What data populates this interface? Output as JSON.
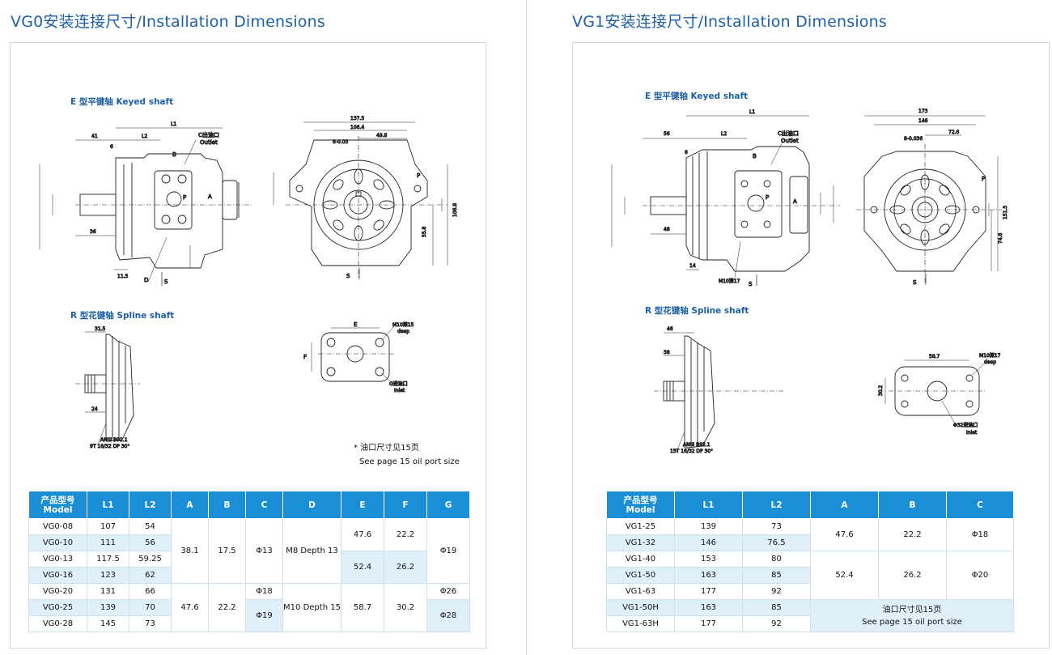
{
  "left": {
    "title": "VG0安装连接尺寸/Installation Dimensions",
    "keyed_label": "E 型平键轴  Keyed shaft",
    "spline_label": "R 型花键轴  Spline shaft",
    "note_cn": "* 油口尺寸见15页",
    "note_en": "See page 15 oil port size",
    "drawing_text": {
      "l1": "L1",
      "l2": "L2",
      "d41": "41",
      "d6": "6",
      "d36": "36",
      "d11_5": "11.5",
      "outlet_cn": "C出油口",
      "outlet_en": "Outlet",
      "w137_5": "137.5",
      "w106_4": "106.4",
      "w49_8": "49.8",
      "key6": "6-0.03",
      "h55_8": "55.8",
      "h106_8": "106.8",
      "s": "S",
      "p": "P",
      "a": "A",
      "b": "B",
      "c": "C",
      "d": "D",
      "spline_31_5": "31.5",
      "spline_24": "24",
      "ansi": "ANSI B92.1",
      "spline_teeth": "9T 16/32 DP 30°",
      "e": "E",
      "f": "F",
      "m10": "M10深15",
      "deep": "deep",
      "inlet_cn": "G进油口",
      "inlet_en": "Inlet"
    },
    "table": {
      "headers": [
        {
          "cn": "产品型号",
          "en": "Model"
        },
        {
          "label": "L1"
        },
        {
          "label": "L2"
        },
        {
          "label": "A"
        },
        {
          "label": "B"
        },
        {
          "label": "C"
        },
        {
          "label": "D"
        },
        {
          "label": "E"
        },
        {
          "label": "F"
        },
        {
          "label": "G"
        }
      ],
      "models": [
        "VG0-08",
        "VG0-10",
        "VG0-13",
        "VG0-16",
        "VG0-20",
        "VG0-25",
        "VG0-28"
      ],
      "l1": [
        "107",
        "111",
        "117.5",
        "123",
        "131",
        "139",
        "145"
      ],
      "l2": [
        "54",
        "56",
        "59.25",
        "62",
        "66",
        "70",
        "73"
      ],
      "group1": {
        "a": "38.1",
        "b": "17.5",
        "c": "Φ13",
        "d": "M8 Depth 13",
        "e1": "47.6",
        "f1": "22.2",
        "e2": "52.4",
        "f2": "26.2",
        "g": "Φ19"
      },
      "group2": {
        "a": "47.6",
        "b": "22.2",
        "c1": "Φ18",
        "c2": "Φ19",
        "d": "M10 Depth 15",
        "e": "58.7",
        "f": "30.2",
        "g1": "Φ26",
        "g2": "Φ28"
      }
    }
  },
  "right": {
    "title": "VG1安装连接尺寸/Installation Dimensions",
    "keyed_label": "E 型平键轴  Keyed shaft",
    "spline_label": "R 型花键轴  Spline shaft",
    "drawing_text": {
      "l1": "L1",
      "l2": "L2",
      "d56": "56",
      "d6": "6",
      "d48": "48",
      "d14": "14",
      "outlet_cn": "C出油口",
      "outlet_en": "Outlet",
      "w173": "173",
      "w146": "146",
      "w72_6": "72.6",
      "key8": "8-0.036",
      "h74_6": "74.6",
      "h151_5": "151.5",
      "s": "S",
      "p": "P",
      "a": "A",
      "b": "B",
      "m10_17": "M10深17",
      "spline_46": "46",
      "spline_38": "38",
      "ansi": "ANSI B92.1",
      "spline_teeth": "15T 16/32 DP 30°",
      "d58_7": "58.7",
      "d30_2": "30.2",
      "deep": "deep",
      "inlet_cn": "Φ32进油口",
      "inlet_en": "Inlet"
    },
    "table": {
      "headers": [
        {
          "cn": "产品型号",
          "en": "Model"
        },
        {
          "label": "L1"
        },
        {
          "label": "L2"
        },
        {
          "label": "A"
        },
        {
          "label": "B"
        },
        {
          "label": "C"
        }
      ],
      "models": [
        "VG1-25",
        "VG1-32",
        "VG1-40",
        "VG1-50",
        "VG1-63",
        "VG1-50H",
        "VG1-63H"
      ],
      "l1": [
        "139",
        "146",
        "153",
        "163",
        "177",
        "163",
        "177"
      ],
      "l2": [
        "73",
        "76.5",
        "80",
        "85",
        "92",
        "85",
        "92"
      ],
      "group1": {
        "a": "47.6",
        "b": "22.2",
        "c": "Φ18"
      },
      "group2": {
        "a": "52.4",
        "b": "26.2",
        "c": "Φ20"
      },
      "note_cn": "油口尺寸见15页",
      "note_en": "See page 15 oil port size"
    }
  }
}
